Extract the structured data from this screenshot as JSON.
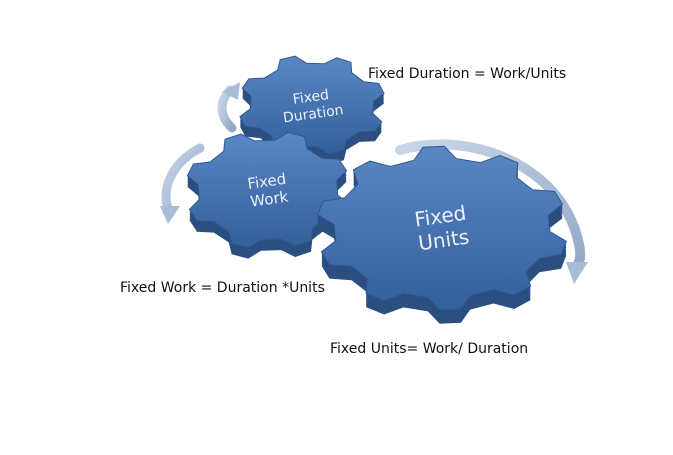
{
  "gears": [
    {
      "id": "duration",
      "lines": [
        "Fixed",
        "Duration"
      ]
    },
    {
      "id": "work",
      "lines": [
        "Fixed",
        "Work"
      ]
    },
    {
      "id": "units",
      "lines": [
        "Fixed",
        "Units"
      ]
    }
  ],
  "captions": {
    "duration": "Fixed Duration = Work/Units",
    "work": "Fixed Work = Duration *Units",
    "units": "Fixed Units= Work/ Duration"
  },
  "colors": {
    "gear_face": "#3f6fae",
    "gear_side": "#2a4f80",
    "arrow": "#a9bcd6",
    "text": "#111111"
  }
}
